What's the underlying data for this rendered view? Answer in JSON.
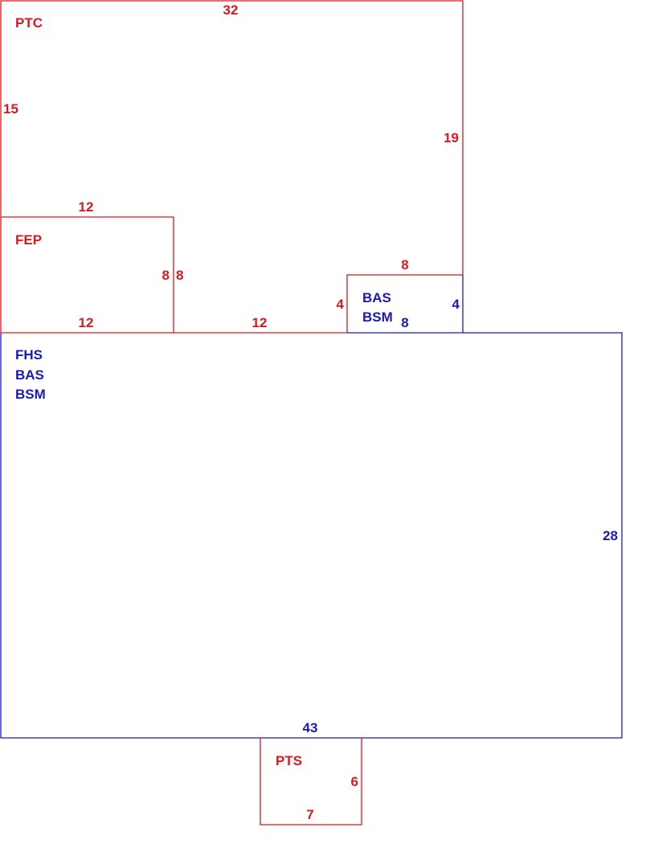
{
  "colors": {
    "red": "#d71920",
    "blue": "#1a1ab8"
  },
  "areas": {
    "ptc": {
      "codes": [
        "PTC"
      ],
      "dims": {
        "top": "32",
        "left": "15",
        "right": "19"
      }
    },
    "fep": {
      "codes": [
        "FEP"
      ],
      "dims": {
        "top": "12",
        "right_inner": "8",
        "right_outer": "8",
        "bottom": "12"
      }
    },
    "gap": {
      "dims": {
        "bottom": "12"
      }
    },
    "bump": {
      "codes": [
        "BAS",
        "BSM"
      ],
      "dims": {
        "top": "8",
        "left": "4",
        "right": "4",
        "bottom": "8"
      }
    },
    "main": {
      "codes": [
        "FHS",
        "BAS",
        "BSM"
      ],
      "dims": {
        "right": "28",
        "bottom": "43"
      }
    },
    "pts": {
      "codes": [
        "PTS"
      ],
      "dims": {
        "right": "6",
        "bottom": "7"
      }
    }
  }
}
